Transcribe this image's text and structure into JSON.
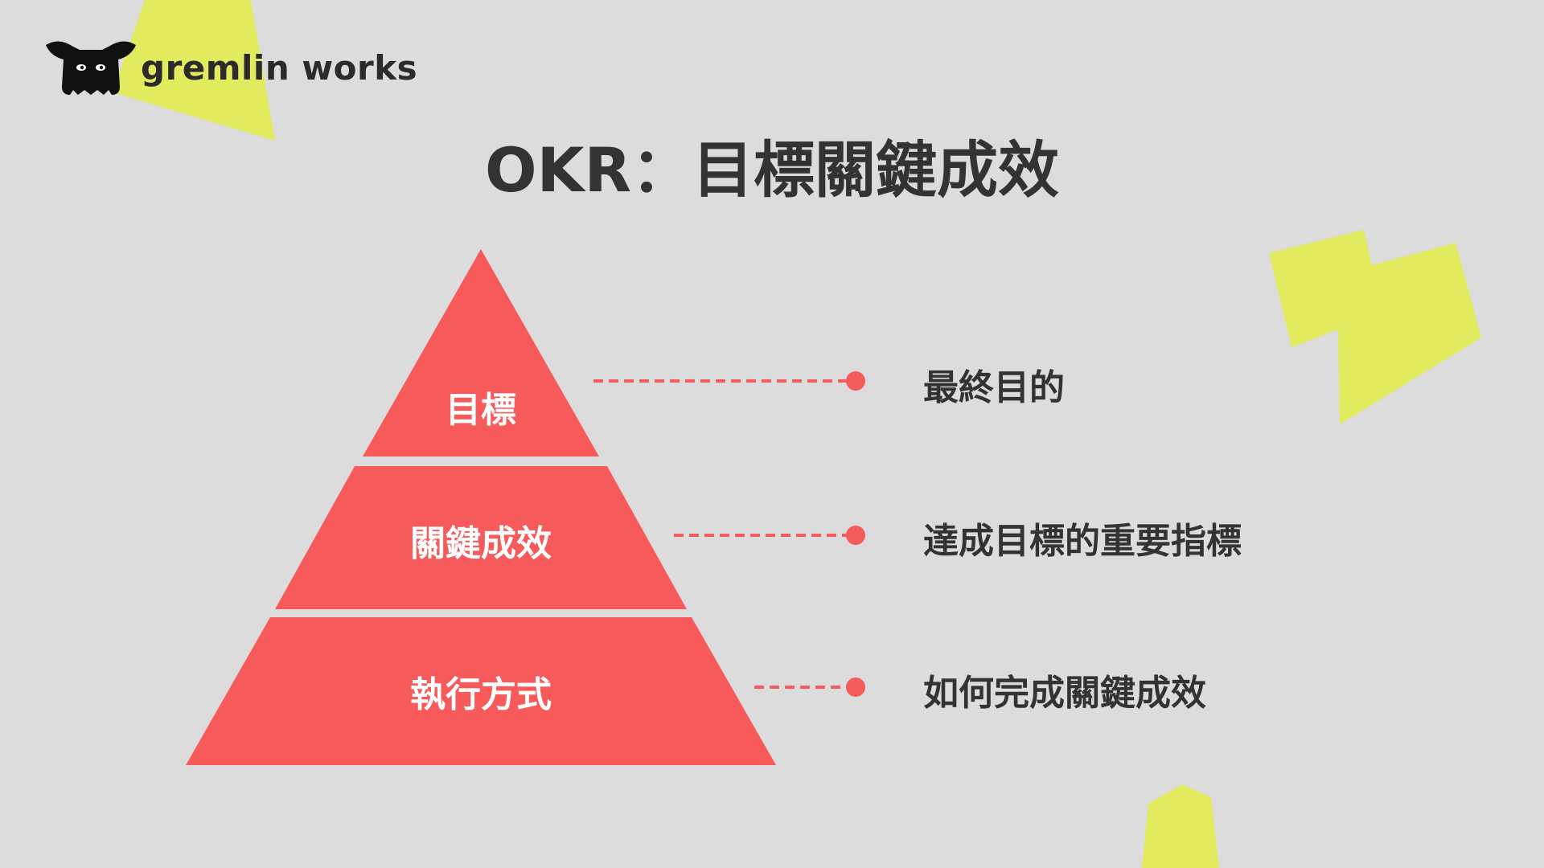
{
  "colors": {
    "background": "#dcdcdc",
    "accent_shape": "#e2eb5e",
    "pyramid": "#f75a5a",
    "connector": "#f45b5b",
    "title_text": "#333333",
    "tier_text": "#ffffff"
  },
  "logo": {
    "text": "gremlin works",
    "icon": "gremlin-mascot-icon"
  },
  "title": "OKR：目標關鍵成效",
  "tiers": [
    {
      "label": "目標",
      "description": "最終目的"
    },
    {
      "label": "關鍵成效",
      "description": "達成目標的重要指標"
    },
    {
      "label": "執行方式",
      "description": "如何完成關鍵成效"
    }
  ]
}
